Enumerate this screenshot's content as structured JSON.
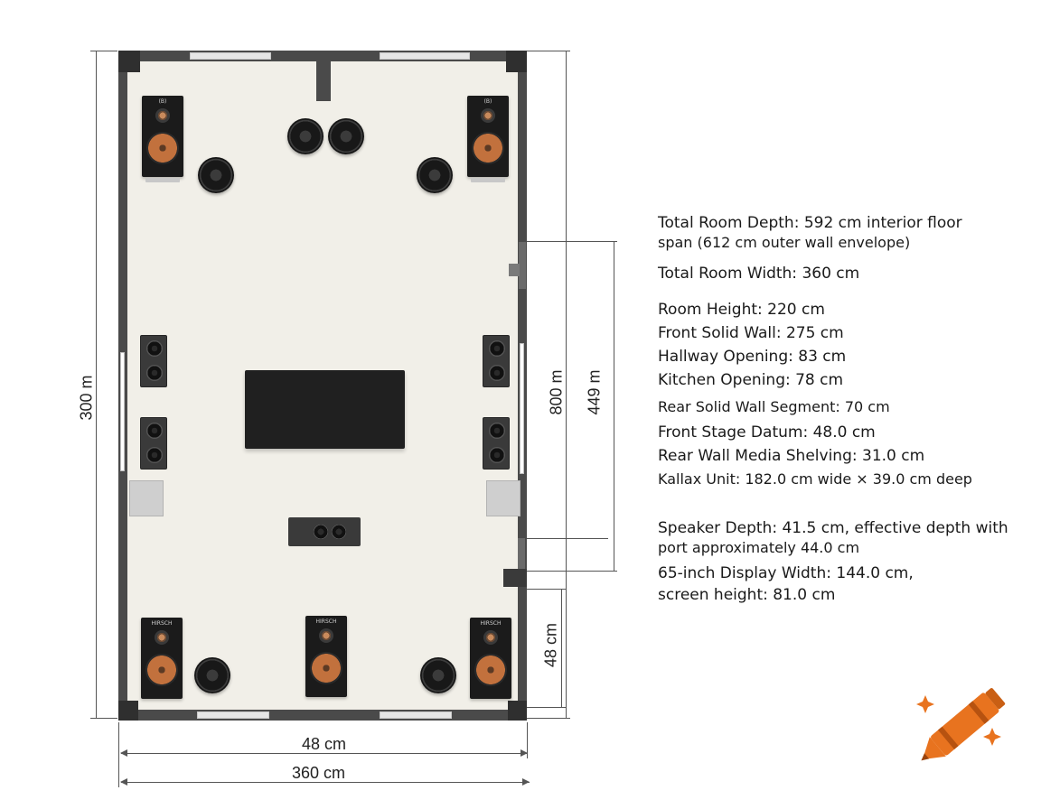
{
  "dimensions": {
    "left_height": "300  m",
    "right_inner": "800  m",
    "right_outer": "449  m",
    "right_lower": "48 cm",
    "bottom_inner": "48 cm",
    "bottom_outer": "360 cm"
  },
  "speakers": {
    "front_left_label": "(B)",
    "front_right_label": "(B)",
    "rear_left_label": "HIRSCH",
    "rear_center_label": "HIRSCH",
    "rear_right_label": "HIRSCH"
  },
  "annotations": [
    "Total Room Depth: 592 cm interior floor",
    "span (612 cm outer wall envelope)",
    "Total Room Width: 360 cm",
    "Room Height: 220 cm",
    "Front Solid Wall: 275 cm",
    "Hallway Opening: 83 cm",
    "Kitchen Opening: 78 cm",
    "Rear Solid Wall Segment: 70 cm",
    "Front Stage Datum: 48.0 cm",
    "Rear Wall Media Shelving: 31.0 cm",
    "Kallax Unit: 182.0 cm wide × 39.0 cm deep",
    "Speaker Depth: 41.5 cm, effective depth with",
    "port approximately 44.0 cm",
    "65-inch Display Width: 144.0 cm,",
    "screen height: 81.0 cm"
  ],
  "colors": {
    "wall": "#4a4a4a",
    "floor": "#f1efe8",
    "crayon": "#e8731f"
  },
  "icons": {
    "logo": "crayon-sparkle-icon"
  }
}
